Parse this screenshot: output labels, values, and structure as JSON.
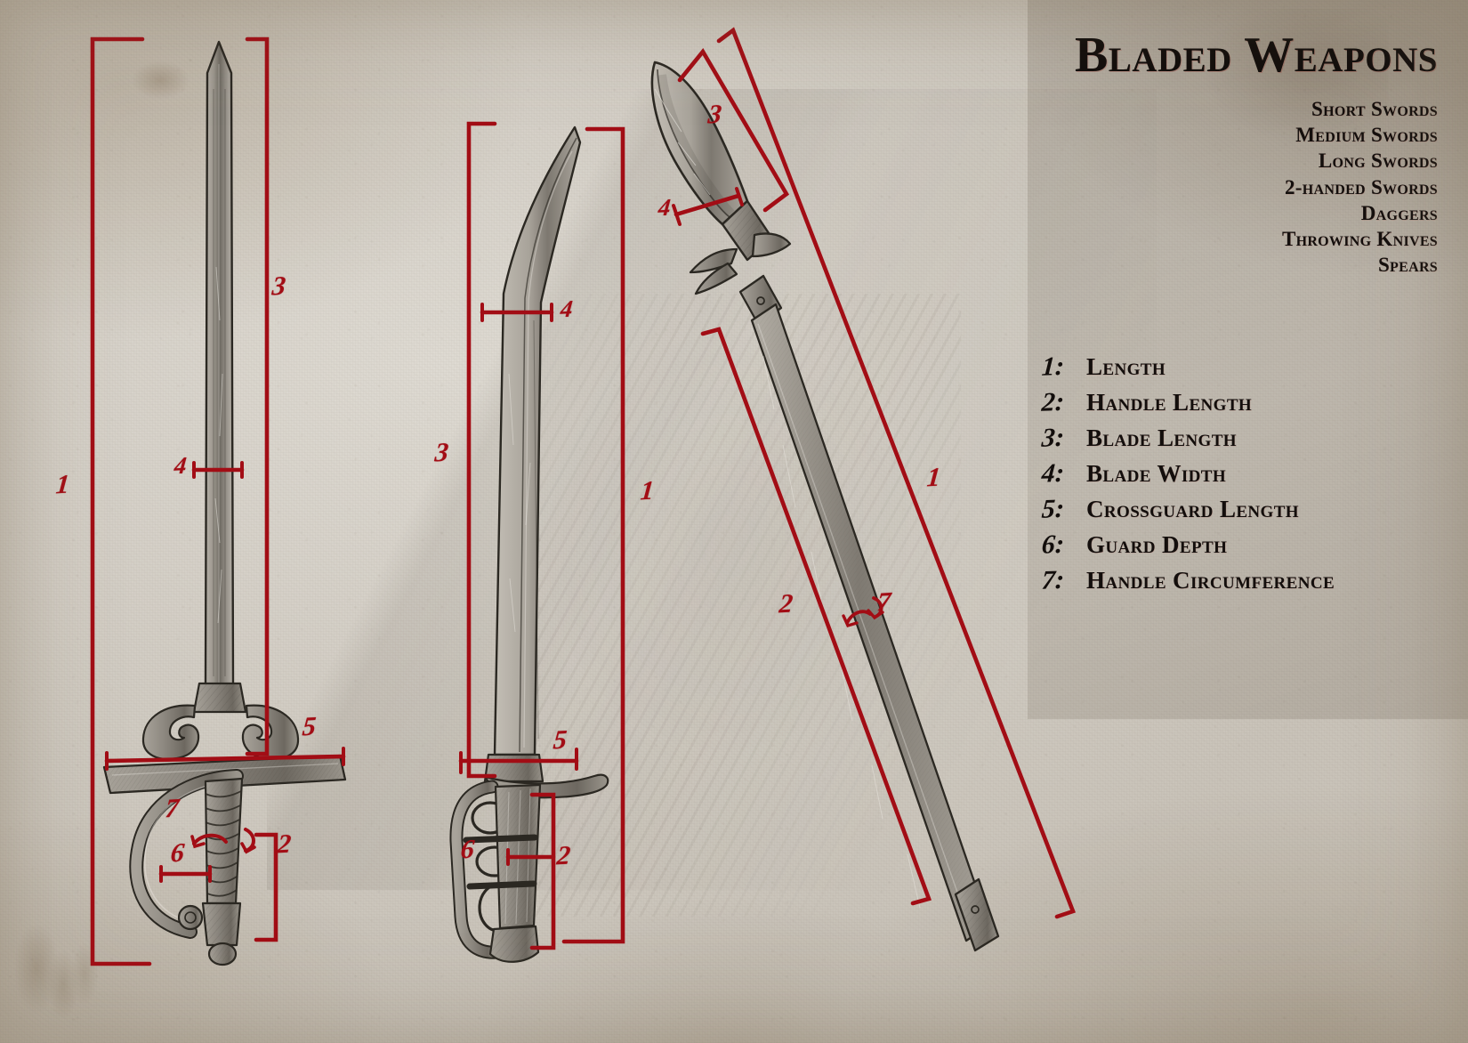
{
  "panel": {
    "title": "Bladed Weapons",
    "categories": [
      "Short Swords",
      "Medium Swords",
      "Long Swords",
      "2-handed Swords",
      "Daggers",
      "Throwing Knives",
      "Spears"
    ],
    "legend": [
      {
        "num": "1:",
        "label": "Length"
      },
      {
        "num": "2:",
        "label": "Handle Length"
      },
      {
        "num": "3:",
        "label": "Blade Length"
      },
      {
        "num": "4:",
        "label": "Blade Width"
      },
      {
        "num": "5:",
        "label": "Crossguard Length"
      },
      {
        "num": "6:",
        "label": "Guard Depth"
      },
      {
        "num": "7:",
        "label": "Handle Circumference"
      }
    ]
  },
  "colors": {
    "annotation_red": "#a20d15",
    "paper": "#d4cfc6",
    "ink": "#120d0b",
    "panel_tint": "#786c5c",
    "blade_steel": "#8d8880"
  },
  "weapons": [
    {
      "name": "rapier-sword",
      "annotations": [
        {
          "id": "1",
          "label": "1",
          "measure": "Length"
        },
        {
          "id": "2",
          "label": "2",
          "measure": "Handle Length"
        },
        {
          "id": "3",
          "label": "3",
          "measure": "Blade Length"
        },
        {
          "id": "4",
          "label": "4",
          "measure": "Blade Width"
        },
        {
          "id": "5",
          "label": "5",
          "measure": "Crossguard Length"
        },
        {
          "id": "6",
          "label": "6",
          "measure": "Guard Depth"
        },
        {
          "id": "7",
          "label": "7",
          "measure": "Handle Circumference"
        }
      ]
    },
    {
      "name": "sabre-sword",
      "annotations": [
        {
          "id": "1",
          "label": "1",
          "measure": "Length"
        },
        {
          "id": "2",
          "label": "2",
          "measure": "Handle Length"
        },
        {
          "id": "3",
          "label": "3",
          "measure": "Blade Length"
        },
        {
          "id": "4",
          "label": "4",
          "measure": "Blade Width"
        },
        {
          "id": "5",
          "label": "5",
          "measure": "Crossguard Length"
        },
        {
          "id": "6",
          "label": "6",
          "measure": "Guard Depth"
        }
      ]
    },
    {
      "name": "spear",
      "annotations": [
        {
          "id": "1",
          "label": "1",
          "measure": "Length"
        },
        {
          "id": "2",
          "label": "2",
          "measure": "Handle Length"
        },
        {
          "id": "3",
          "label": "3",
          "measure": "Blade Length"
        },
        {
          "id": "4",
          "label": "4",
          "measure": "Blade Width"
        },
        {
          "id": "7",
          "label": "7",
          "measure": "Handle Circumference"
        }
      ]
    }
  ],
  "marks": {
    "sword1": {
      "n1": "1",
      "n2": "2",
      "n3": "3",
      "n4": "4",
      "n5": "5",
      "n6": "6",
      "n7": "7"
    },
    "sword2": {
      "n1": "1",
      "n2": "2",
      "n3": "3",
      "n4": "4",
      "n5": "5",
      "n6": "6"
    },
    "spear": {
      "n1": "1",
      "n2": "2",
      "n3": "3",
      "n4": "4",
      "n7": "7"
    }
  }
}
